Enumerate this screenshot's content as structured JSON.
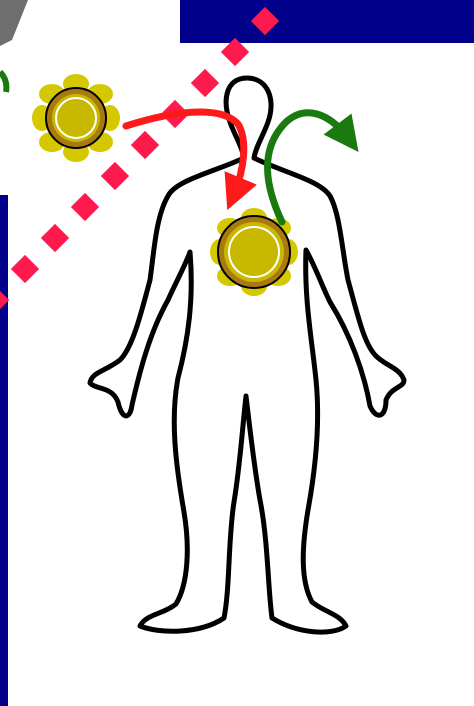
{
  "title": "",
  "colors": {
    "background": "#ffffff",
    "navy_bar": "#00008b",
    "diamond_line": "#ff1a4d",
    "red_arrow": "#ff1a1a",
    "green_arrow": "#1a7a10",
    "body_outline": "#000000",
    "germ_petal": "#d6c800",
    "germ_center": "#c9b800",
    "germ_ring": "#a87a10"
  },
  "elements": {
    "body_figure": {
      "icon": "human-body-outline-icon"
    },
    "germs": [
      {
        "id": "germ-upper-left",
        "icon": "germ-icon"
      },
      {
        "id": "germ-chest",
        "icon": "germ-icon"
      }
    ],
    "arrows": [
      {
        "id": "transmission-arrow-in",
        "color_key": "red_arrow"
      },
      {
        "id": "transmission-arrow-out",
        "color_key": "green_arrow"
      }
    ],
    "divider": {
      "style": "diamond-dotted-line",
      "color_key": "diamond_line"
    }
  }
}
